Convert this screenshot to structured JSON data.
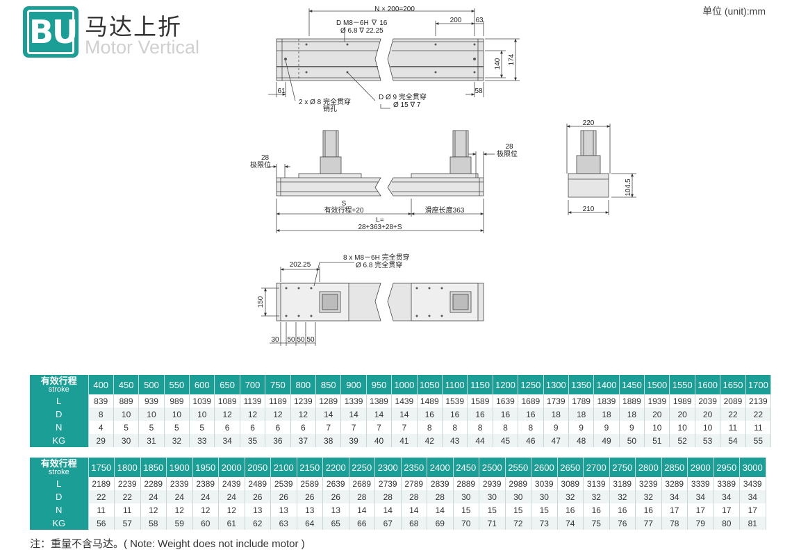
{
  "header": {
    "logo_text": "BU",
    "title_cn": "马达上折",
    "title_en": "Motor Vertical",
    "unit": "单位 (unit):mm"
  },
  "drawing": {
    "top_view": {
      "pitch": "N × 200=200",
      "tap_hole": "D M8－6H ∇ 16",
      "tap_drill": "Ø 6.8 ∇ 22.25",
      "dim_200": "200",
      "dim_63": "63",
      "dim_140": "140",
      "dim_174": "174",
      "dim_61": "61",
      "dim_58": "58",
      "pin_hole": "2 x Ø 8 完全贯穿",
      "pin_hole_cn": "销孔",
      "thru_hole": "D Ø 9 完全贯穿",
      "counterbore": "Ø 15 ∇ 7"
    },
    "side_view": {
      "limit_left_value": "28",
      "limit_left_label": "极限位",
      "limit_right_value": "28",
      "limit_right_label": "极限位",
      "s_label": "S",
      "stroke_label": "有效行程+20",
      "slider_label": "滑座长度363",
      "l_label": "L=",
      "l_formula": "28+363+28+S"
    },
    "end_view": {
      "dim_220": "220",
      "dim_104": "104.5",
      "dim_210": "210"
    },
    "bottom_view": {
      "dim_202": "202.25",
      "holes_1": "8 x  M8－6H 完全贯穿",
      "holes_2": "Ø 6.8 完全贯穿",
      "dim_150": "150",
      "dim_30": "30",
      "dim_50a": "50",
      "dim_50b": "50",
      "dim_50c": "50"
    }
  },
  "table1": {
    "header_cn": "有效行程",
    "header_en": "stroke",
    "strokes": [
      "400",
      "450",
      "500",
      "550",
      "600",
      "650",
      "700",
      "750",
      "800",
      "850",
      "900",
      "950",
      "1000",
      "1050",
      "1100",
      "1150",
      "1200",
      "1250",
      "1300",
      "1350",
      "1400",
      "1450",
      "1500",
      "1550",
      "1600",
      "1650",
      "1700"
    ],
    "rows": [
      {
        "label": "L",
        "values": [
          "839",
          "889",
          "939",
          "989",
          "1039",
          "1089",
          "1139",
          "1189",
          "1239",
          "1289",
          "1339",
          "1389",
          "1439",
          "1489",
          "1539",
          "1589",
          "1639",
          "1689",
          "1739",
          "1789",
          "1839",
          "1889",
          "1939",
          "1989",
          "2039",
          "2089",
          "2139"
        ]
      },
      {
        "label": "D",
        "values": [
          "8",
          "10",
          "10",
          "10",
          "10",
          "12",
          "12",
          "12",
          "12",
          "14",
          "14",
          "14",
          "14",
          "16",
          "16",
          "16",
          "16",
          "16",
          "18",
          "18",
          "18",
          "18",
          "20",
          "20",
          "20",
          "22",
          "22"
        ]
      },
      {
        "label": "N",
        "values": [
          "4",
          "5",
          "5",
          "5",
          "5",
          "6",
          "6",
          "6",
          "6",
          "7",
          "7",
          "7",
          "7",
          "8",
          "8",
          "8",
          "8",
          "8",
          "9",
          "9",
          "9",
          "9",
          "10",
          "10",
          "10",
          "11",
          "11"
        ]
      },
      {
        "label": "KG",
        "values": [
          "29",
          "30",
          "31",
          "32",
          "33",
          "34",
          "35",
          "36",
          "37",
          "38",
          "39",
          "40",
          "41",
          "42",
          "43",
          "44",
          "45",
          "46",
          "47",
          "48",
          "49",
          "50",
          "51",
          "52",
          "53",
          "54",
          "55"
        ]
      }
    ]
  },
  "table2": {
    "header_cn": "有效行程",
    "header_en": "stroke",
    "strokes": [
      "1750",
      "1800",
      "1850",
      "1900",
      "1950",
      "2000",
      "2050",
      "2100",
      "2150",
      "2200",
      "2250",
      "2300",
      "2350",
      "2400",
      "2450",
      "2500",
      "2550",
      "2600",
      "2650",
      "2700",
      "2750",
      "2800",
      "2850",
      "2900",
      "2950",
      "3000"
    ],
    "rows": [
      {
        "label": "L",
        "values": [
          "2189",
          "2239",
          "2289",
          "2339",
          "2389",
          "2439",
          "2489",
          "2539",
          "2589",
          "2639",
          "2689",
          "2739",
          "2789",
          "2839",
          "2889",
          "2939",
          "2989",
          "3039",
          "3089",
          "3139",
          "3189",
          "3239",
          "3289",
          "3339",
          "3389",
          "3439"
        ]
      },
      {
        "label": "D",
        "values": [
          "22",
          "22",
          "24",
          "24",
          "24",
          "24",
          "26",
          "26",
          "26",
          "26",
          "28",
          "28",
          "28",
          "28",
          "30",
          "30",
          "30",
          "30",
          "32",
          "32",
          "32",
          "32",
          "34",
          "34",
          "34",
          "34"
        ]
      },
      {
        "label": "N",
        "values": [
          "11",
          "11",
          "12",
          "12",
          "12",
          "12",
          "13",
          "13",
          "13",
          "13",
          "14",
          "14",
          "14",
          "14",
          "15",
          "15",
          "15",
          "15",
          "16",
          "16",
          "16",
          "16",
          "17",
          "17",
          "17",
          "17"
        ]
      },
      {
        "label": "KG",
        "values": [
          "56",
          "57",
          "58",
          "59",
          "60",
          "61",
          "62",
          "63",
          "64",
          "65",
          "66",
          "67",
          "68",
          "69",
          "70",
          "71",
          "72",
          "73",
          "74",
          "75",
          "76",
          "77",
          "78",
          "79",
          "80",
          "81"
        ]
      }
    ]
  },
  "note": "注：重量不含马达。( Note: Weight does not include motor )",
  "colors": {
    "accent": "#1a9e96",
    "row_alt": "#eef4f3"
  }
}
